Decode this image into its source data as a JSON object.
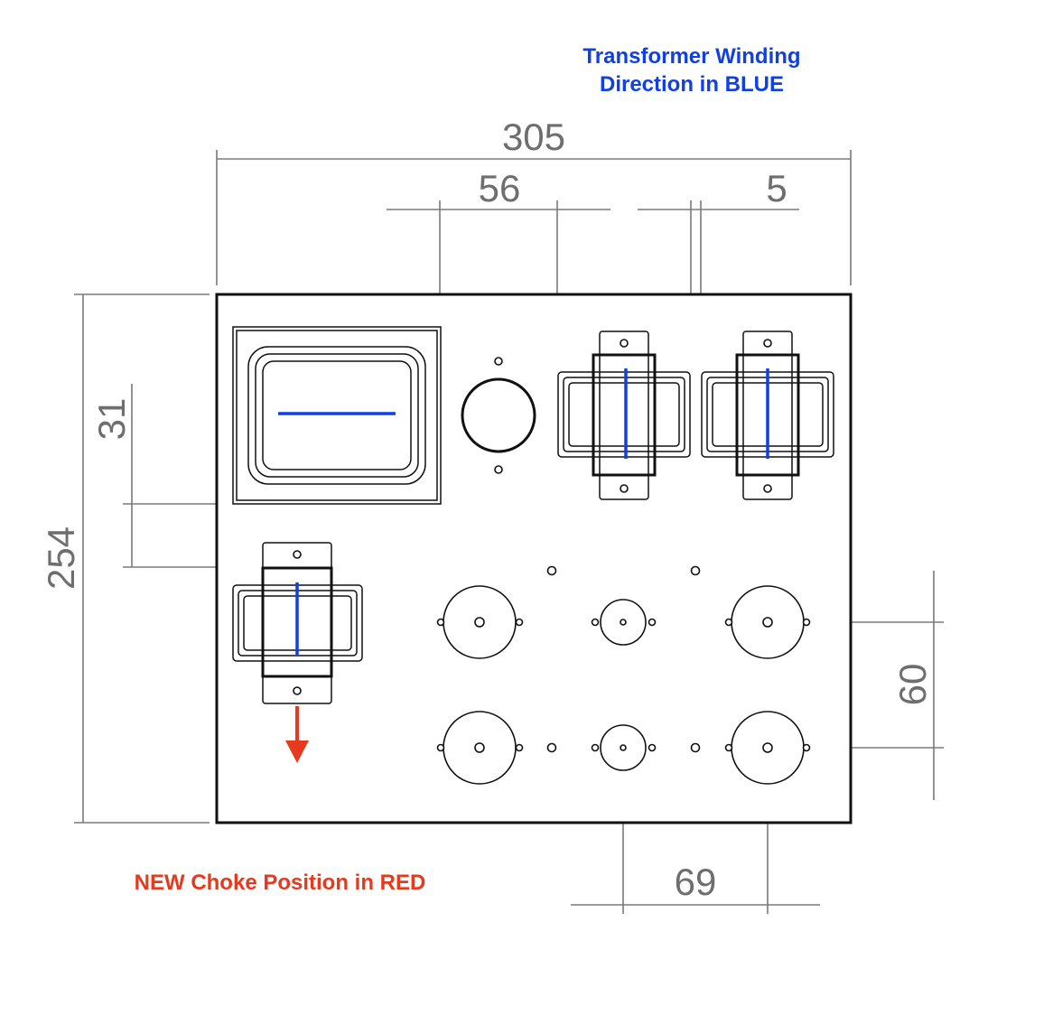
{
  "notes": {
    "winding_line1": "Transformer Winding",
    "winding_line2": "Direction in BLUE",
    "choke": "NEW Choke Position in RED"
  },
  "dimensions": {
    "width_total": "305",
    "offset_a": "56",
    "offset_b": "5",
    "height_total": "254",
    "offset_c": "31",
    "spacing_vertical": "60",
    "spacing_horizontal": "69"
  },
  "colors": {
    "winding": "#1040e0",
    "choke_arrow": "#e53a1e",
    "line": "#111111",
    "dimension": "#7a7a7a"
  }
}
